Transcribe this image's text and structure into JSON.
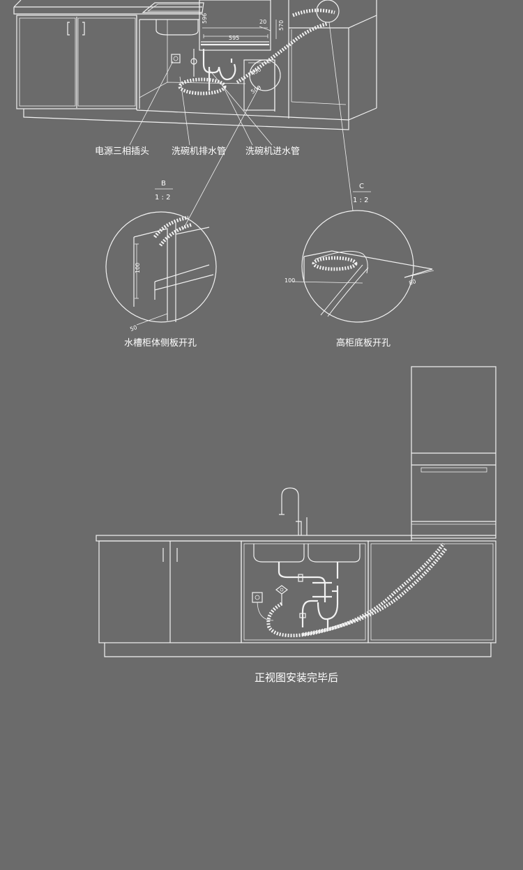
{
  "callouts": {
    "power_socket": "电源三相插头",
    "drain_hose": "洗碗机排水管",
    "inlet_hose": "洗碗机进水管"
  },
  "dimensions": {
    "width_595": "595",
    "d20": "20",
    "d570": "570",
    "d596": "596",
    "d450": "450",
    "d500": "500",
    "d100a": "100",
    "d50": "50",
    "d100b": "100",
    "d80": "80"
  },
  "detail_b": {
    "letter": "B",
    "ratio": "1 : 2",
    "caption": "水槽柜体侧板开孔"
  },
  "detail_c": {
    "letter": "C",
    "ratio": "1 : 2",
    "caption": "高柜底板开孔"
  },
  "front_view": {
    "caption": "正视图安装完毕后"
  }
}
